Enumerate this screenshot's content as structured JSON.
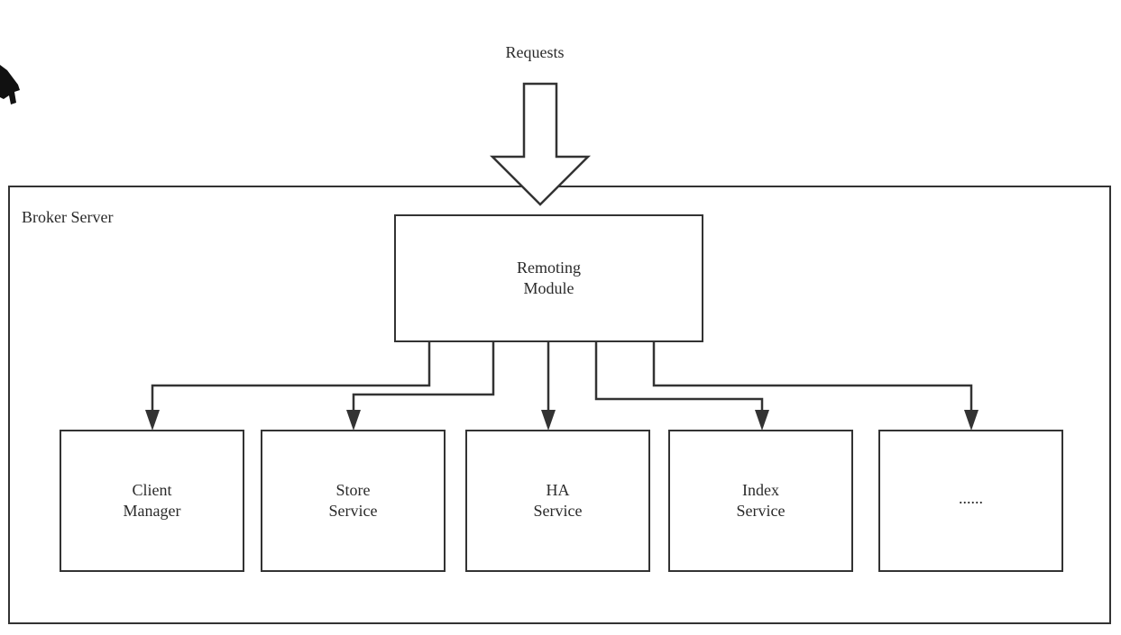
{
  "diagram": {
    "requests_label": "Requests",
    "broker_label": "Broker Server",
    "remoting": {
      "line1": "Remoting",
      "line2": "Module"
    },
    "services": [
      {
        "line1": "Client",
        "line2": "Manager"
      },
      {
        "line1": "Store",
        "line2": "Service"
      },
      {
        "line1": "HA",
        "line2": "Service"
      },
      {
        "line1": "Index",
        "line2": "Service"
      },
      {
        "line1": "......",
        "line2": ""
      }
    ]
  },
  "colors": {
    "stroke": "#333333",
    "background": "#ffffff"
  }
}
